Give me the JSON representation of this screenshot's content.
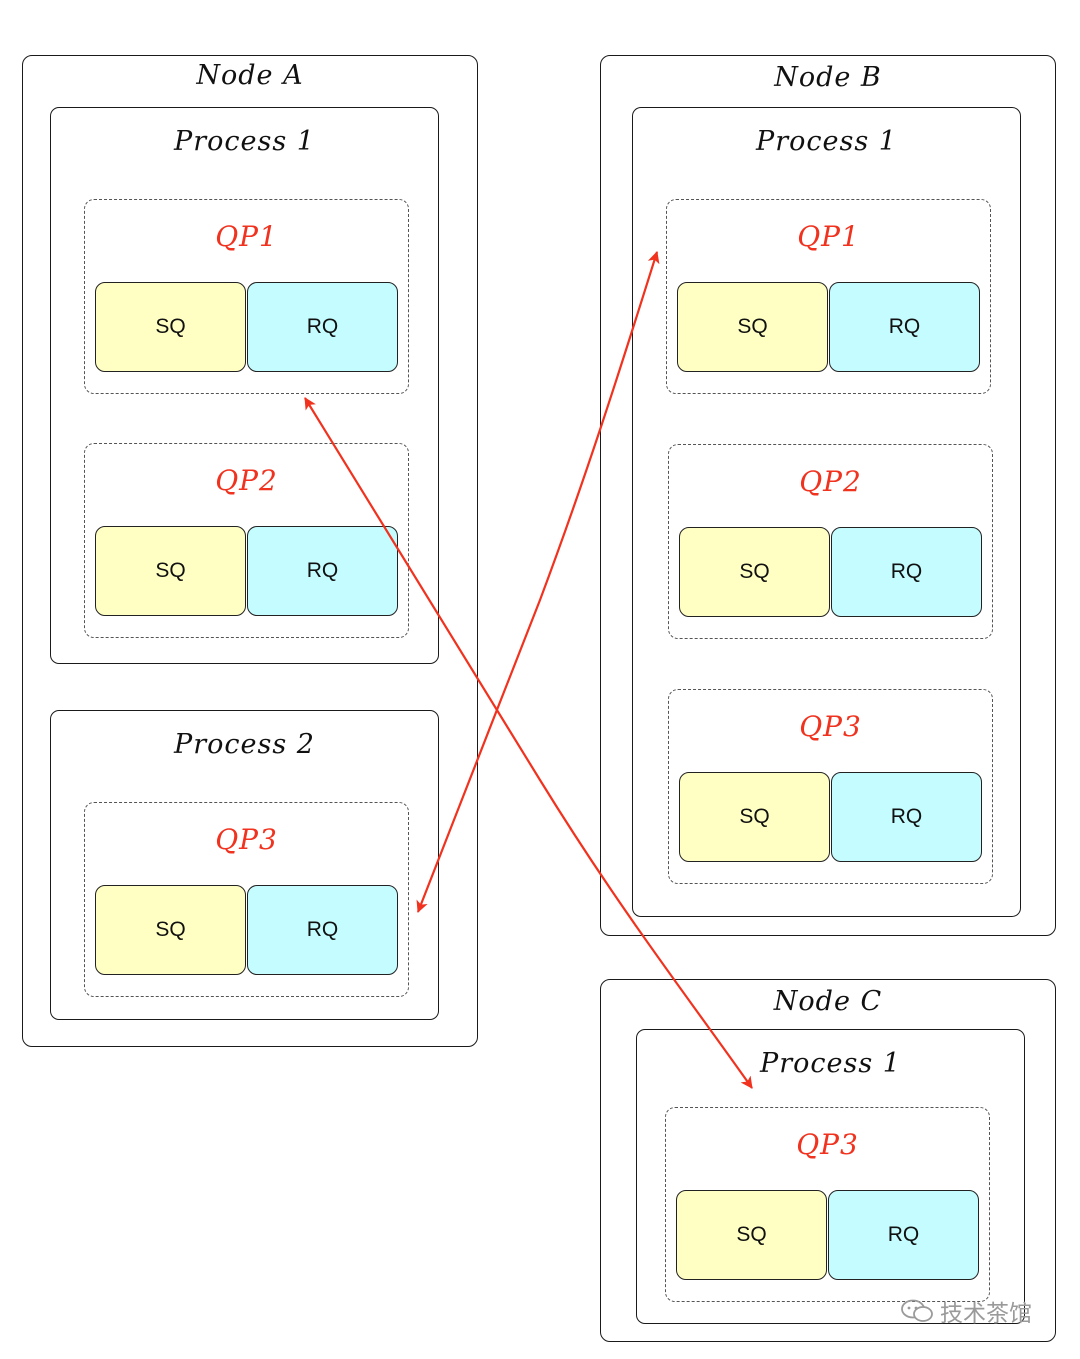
{
  "nodes": [
    {
      "title": "Node A",
      "processes": [
        {
          "title": "Process 1",
          "qps": [
            {
              "label": "QP1",
              "sq": "SQ",
              "rq": "RQ"
            },
            {
              "label": "QP2",
              "sq": "SQ",
              "rq": "RQ"
            }
          ]
        },
        {
          "title": "Process 2",
          "qps": [
            {
              "label": "QP3",
              "sq": "SQ",
              "rq": "RQ"
            }
          ]
        }
      ]
    },
    {
      "title": "Node B",
      "processes": [
        {
          "title": "Process 1",
          "qps": [
            {
              "label": "QP1",
              "sq": "SQ",
              "rq": "RQ"
            },
            {
              "label": "QP2",
              "sq": "SQ",
              "rq": "RQ"
            },
            {
              "label": "QP3",
              "sq": "SQ",
              "rq": "RQ"
            }
          ]
        }
      ]
    },
    {
      "title": "Node C",
      "processes": [
        {
          "title": "Process 1",
          "qps": [
            {
              "label": "QP3",
              "sq": "SQ",
              "rq": "RQ"
            }
          ]
        }
      ]
    }
  ],
  "connections": [
    {
      "from": "Node A / Process 1 / QP1",
      "to": "Node C / Process 1 / QP3"
    },
    {
      "from": "Node A / Process 2 / QP3",
      "to": "Node B / Process 1 / QP1"
    }
  ],
  "colors": {
    "arrow": "#f0321e",
    "qp_label": "#f0321e",
    "sq_fill": "#ffffc4",
    "rq_fill": "#c4fcff"
  },
  "watermark": {
    "text": "技术茶馆",
    "icon": "wechat-icon"
  }
}
